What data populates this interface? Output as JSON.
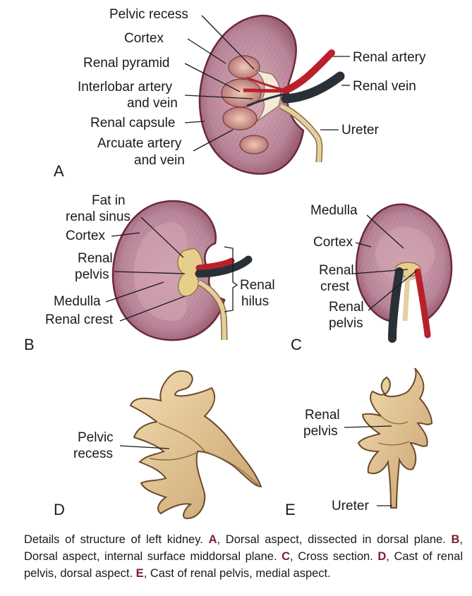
{
  "panels": {
    "A": {
      "letter": "A",
      "labels": {
        "pelvic_recess": "Pelvic recess",
        "cortex": "Cortex",
        "renal_pyramid": "Renal pyramid",
        "interlobar_1": "Interlobar artery",
        "interlobar_2": "and vein",
        "renal_capsule": "Renal capsule",
        "arcuate_1": "Arcuate artery",
        "arcuate_2": "and vein",
        "renal_artery": "Renal artery",
        "renal_vein": "Renal vein",
        "ureter": "Ureter"
      }
    },
    "B": {
      "letter": "B",
      "labels": {
        "fat_1": "Fat in",
        "fat_2": "renal sinus",
        "cortex": "Cortex",
        "pelvis_1": "Renal",
        "pelvis_2": "pelvis",
        "medulla": "Medulla",
        "crest": "Renal crest",
        "hilus_1": "Renal",
        "hilus_2": "hilus"
      }
    },
    "C": {
      "letter": "C",
      "labels": {
        "medulla": "Medulla",
        "cortex": "Cortex",
        "crest_1": "Renal",
        "crest_2": "crest",
        "pelvis_1": "Renal",
        "pelvis_2": "pelvis"
      }
    },
    "D": {
      "letter": "D",
      "labels": {
        "recess_1": "Pelvic",
        "recess_2": "recess"
      }
    },
    "E": {
      "letter": "E",
      "labels": {
        "pelvis_1": "Renal",
        "pelvis_2": "pelvis",
        "ureter": "Ureter"
      }
    }
  },
  "caption": {
    "intro": "Details of structure of left kidney. ",
    "parts": [
      {
        "letter": "A",
        "text": ", Dorsal aspect, dissected in dorsal plane. "
      },
      {
        "letter": "B",
        "text": ", Dorsal aspect, internal surface middorsal plane. "
      },
      {
        "letter": "C",
        "text": ", Cross section. "
      },
      {
        "letter": "D",
        "text": ", Cast of renal pelvis, dorsal aspect. "
      },
      {
        "letter": "E",
        "text": ", Cast of renal pelvis, medial aspect."
      }
    ]
  },
  "colors": {
    "cortex": "#b9859a",
    "medulla": "#cf9fad",
    "capsule": "#7d3a48",
    "artery": "#b8212c",
    "vein": "#2a3038",
    "fat": "#e6cf8a",
    "ureter": "#e3cfa0",
    "cast": "#e3c79a",
    "caption_letter": "#7a1f2b"
  }
}
